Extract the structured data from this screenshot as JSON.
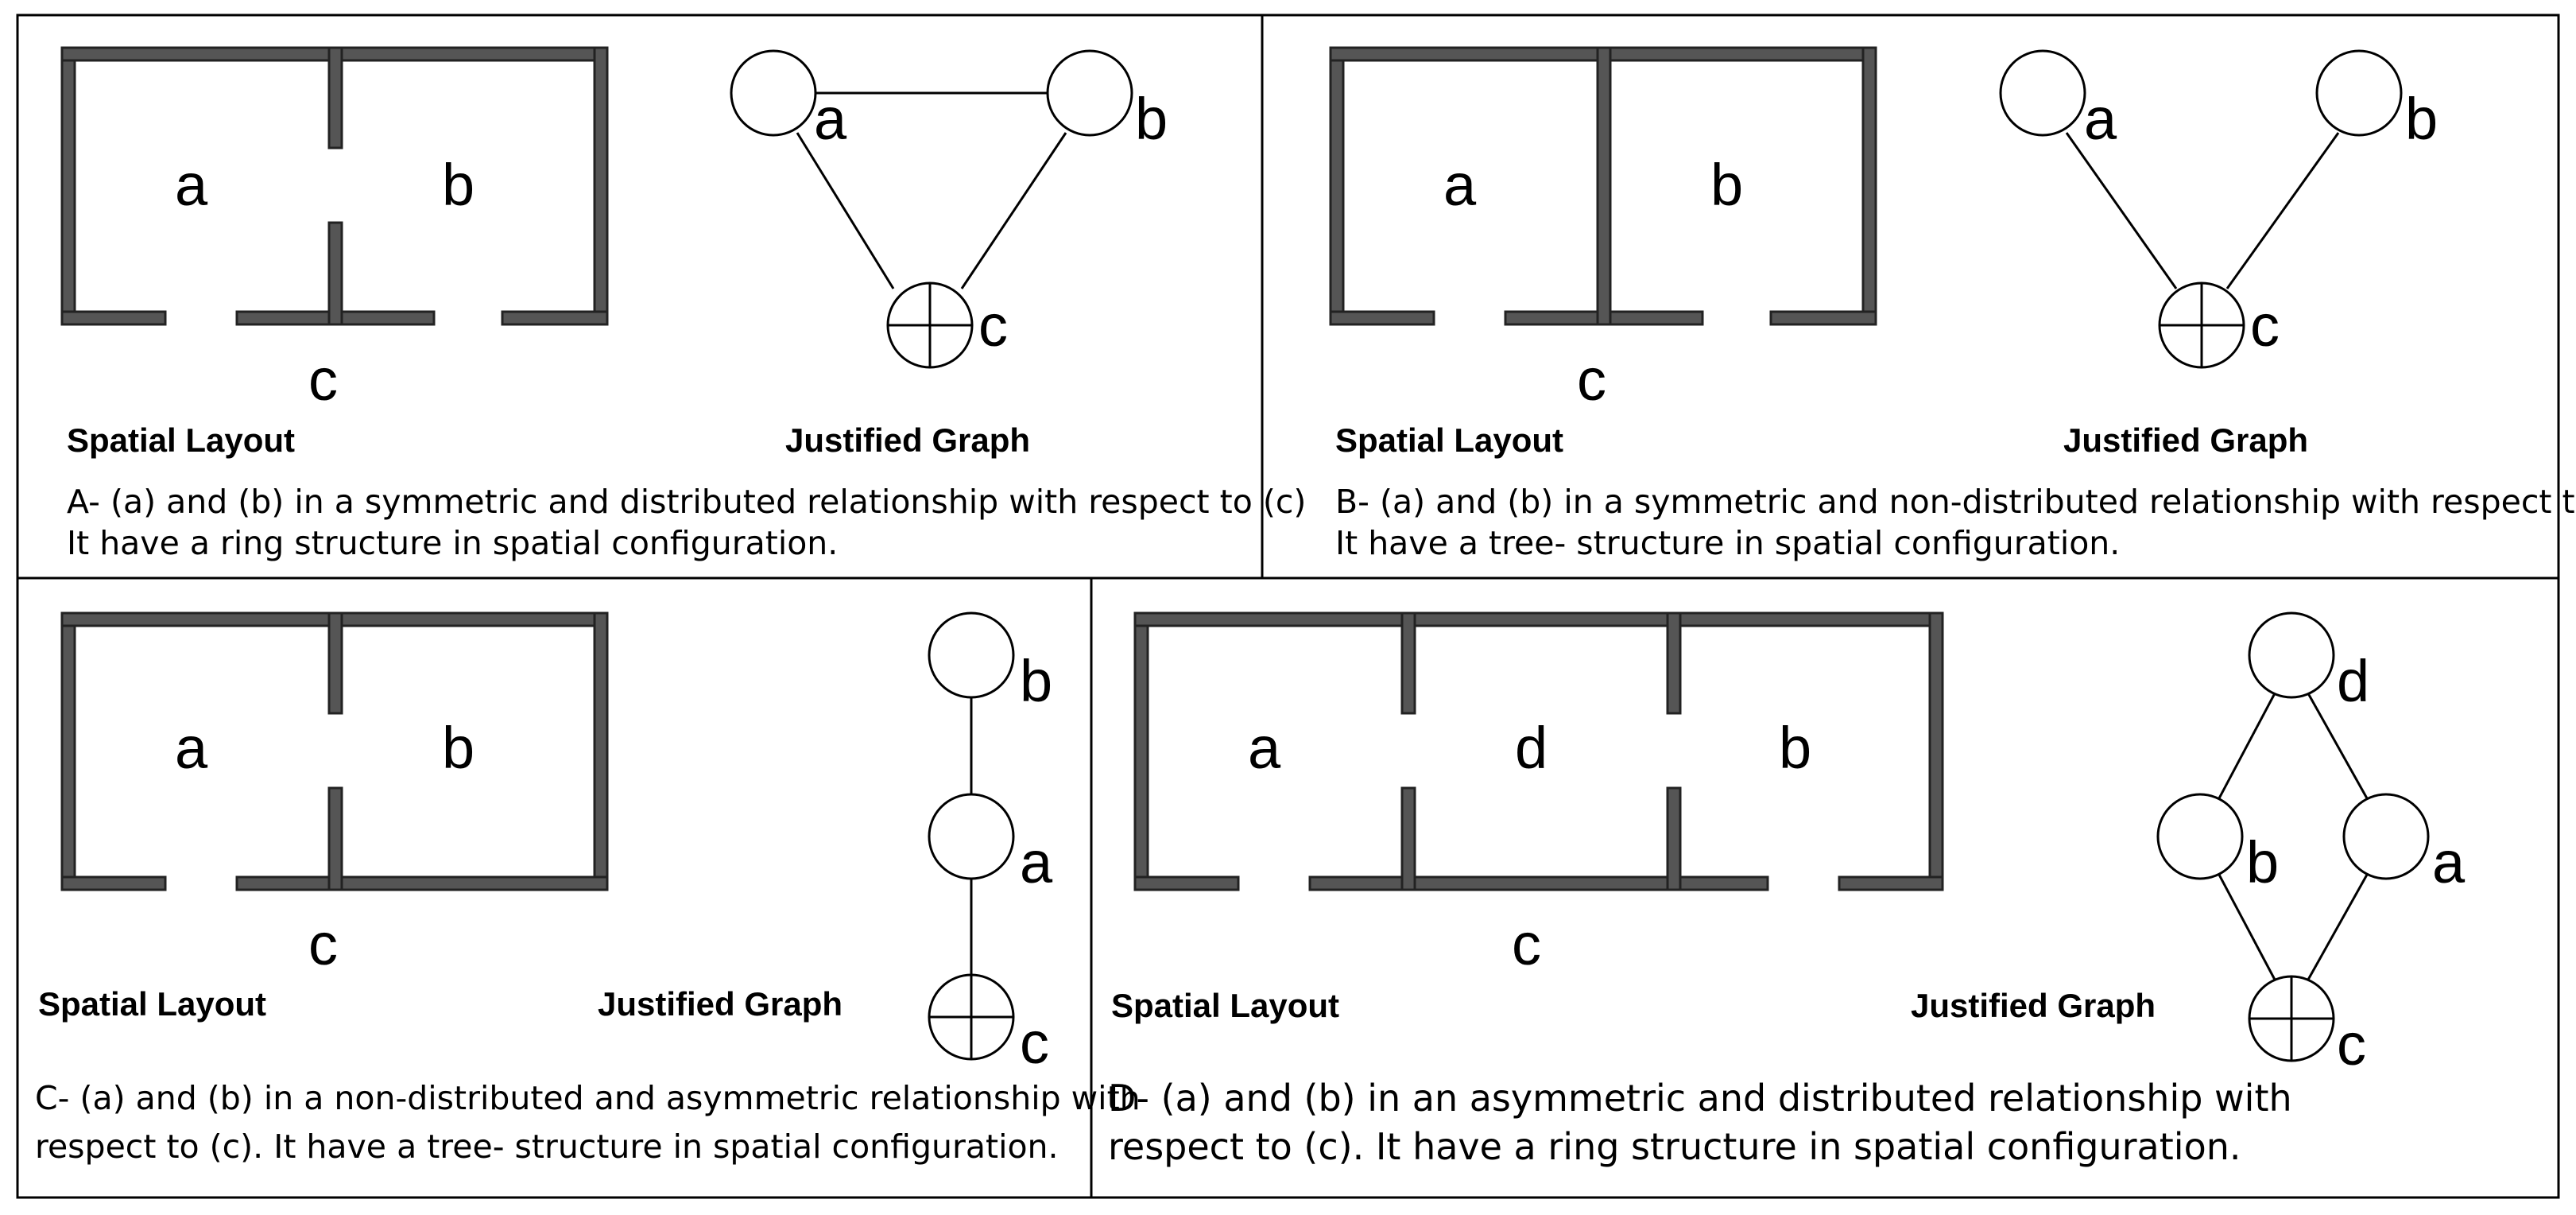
{
  "panels": {
    "A": {
      "rooms": {
        "a": "a",
        "b": "b",
        "c": "c"
      },
      "heading_layout": "Spatial Layout",
      "heading_graph": "Justified Graph",
      "nodes": {
        "a": "a",
        "b": "b",
        "c": "c"
      },
      "caption_line1": "A- (a) and (b) in a symmetric and distributed relationship with respect to (c)",
      "caption_line2": "It have a ring structure in spatial configuration."
    },
    "B": {
      "rooms": {
        "a": "a",
        "b": "b",
        "c": "c"
      },
      "heading_layout": "Spatial Layout",
      "heading_graph": "Justified Graph",
      "nodes": {
        "a": "a",
        "b": "b",
        "c": "c"
      },
      "caption_line1": "B- (a) and (b) in a symmetric and non-distributed relationship with respect to (c)",
      "caption_line2": "It have a tree- structure in spatial configuration."
    },
    "C": {
      "rooms": {
        "a": "a",
        "b": "b",
        "c": "c"
      },
      "heading_layout": "Spatial Layout",
      "heading_graph": "Justified Graph",
      "nodes": {
        "a": "a",
        "b": "b",
        "c": "c"
      },
      "caption_line1": "C- (a) and (b) in a non-distributed and asymmetric relationship with",
      "caption_line2": "respect to (c). It have a tree- structure in spatial configuration."
    },
    "D": {
      "rooms": {
        "a": "a",
        "b": "b",
        "c": "c",
        "d": "d"
      },
      "heading_layout": "Spatial Layout",
      "heading_graph": "Justified Graph",
      "nodes": {
        "a": "a",
        "b": "b",
        "c": "c",
        "d": "d"
      },
      "caption_line1": "D- (a) and (b) in an asymmetric and distributed relationship with",
      "caption_line2": "respect to (c). It have a ring structure in spatial configuration."
    }
  },
  "colors": {
    "wall": "#555555",
    "line": "#000000",
    "background": "#ffffff"
  }
}
